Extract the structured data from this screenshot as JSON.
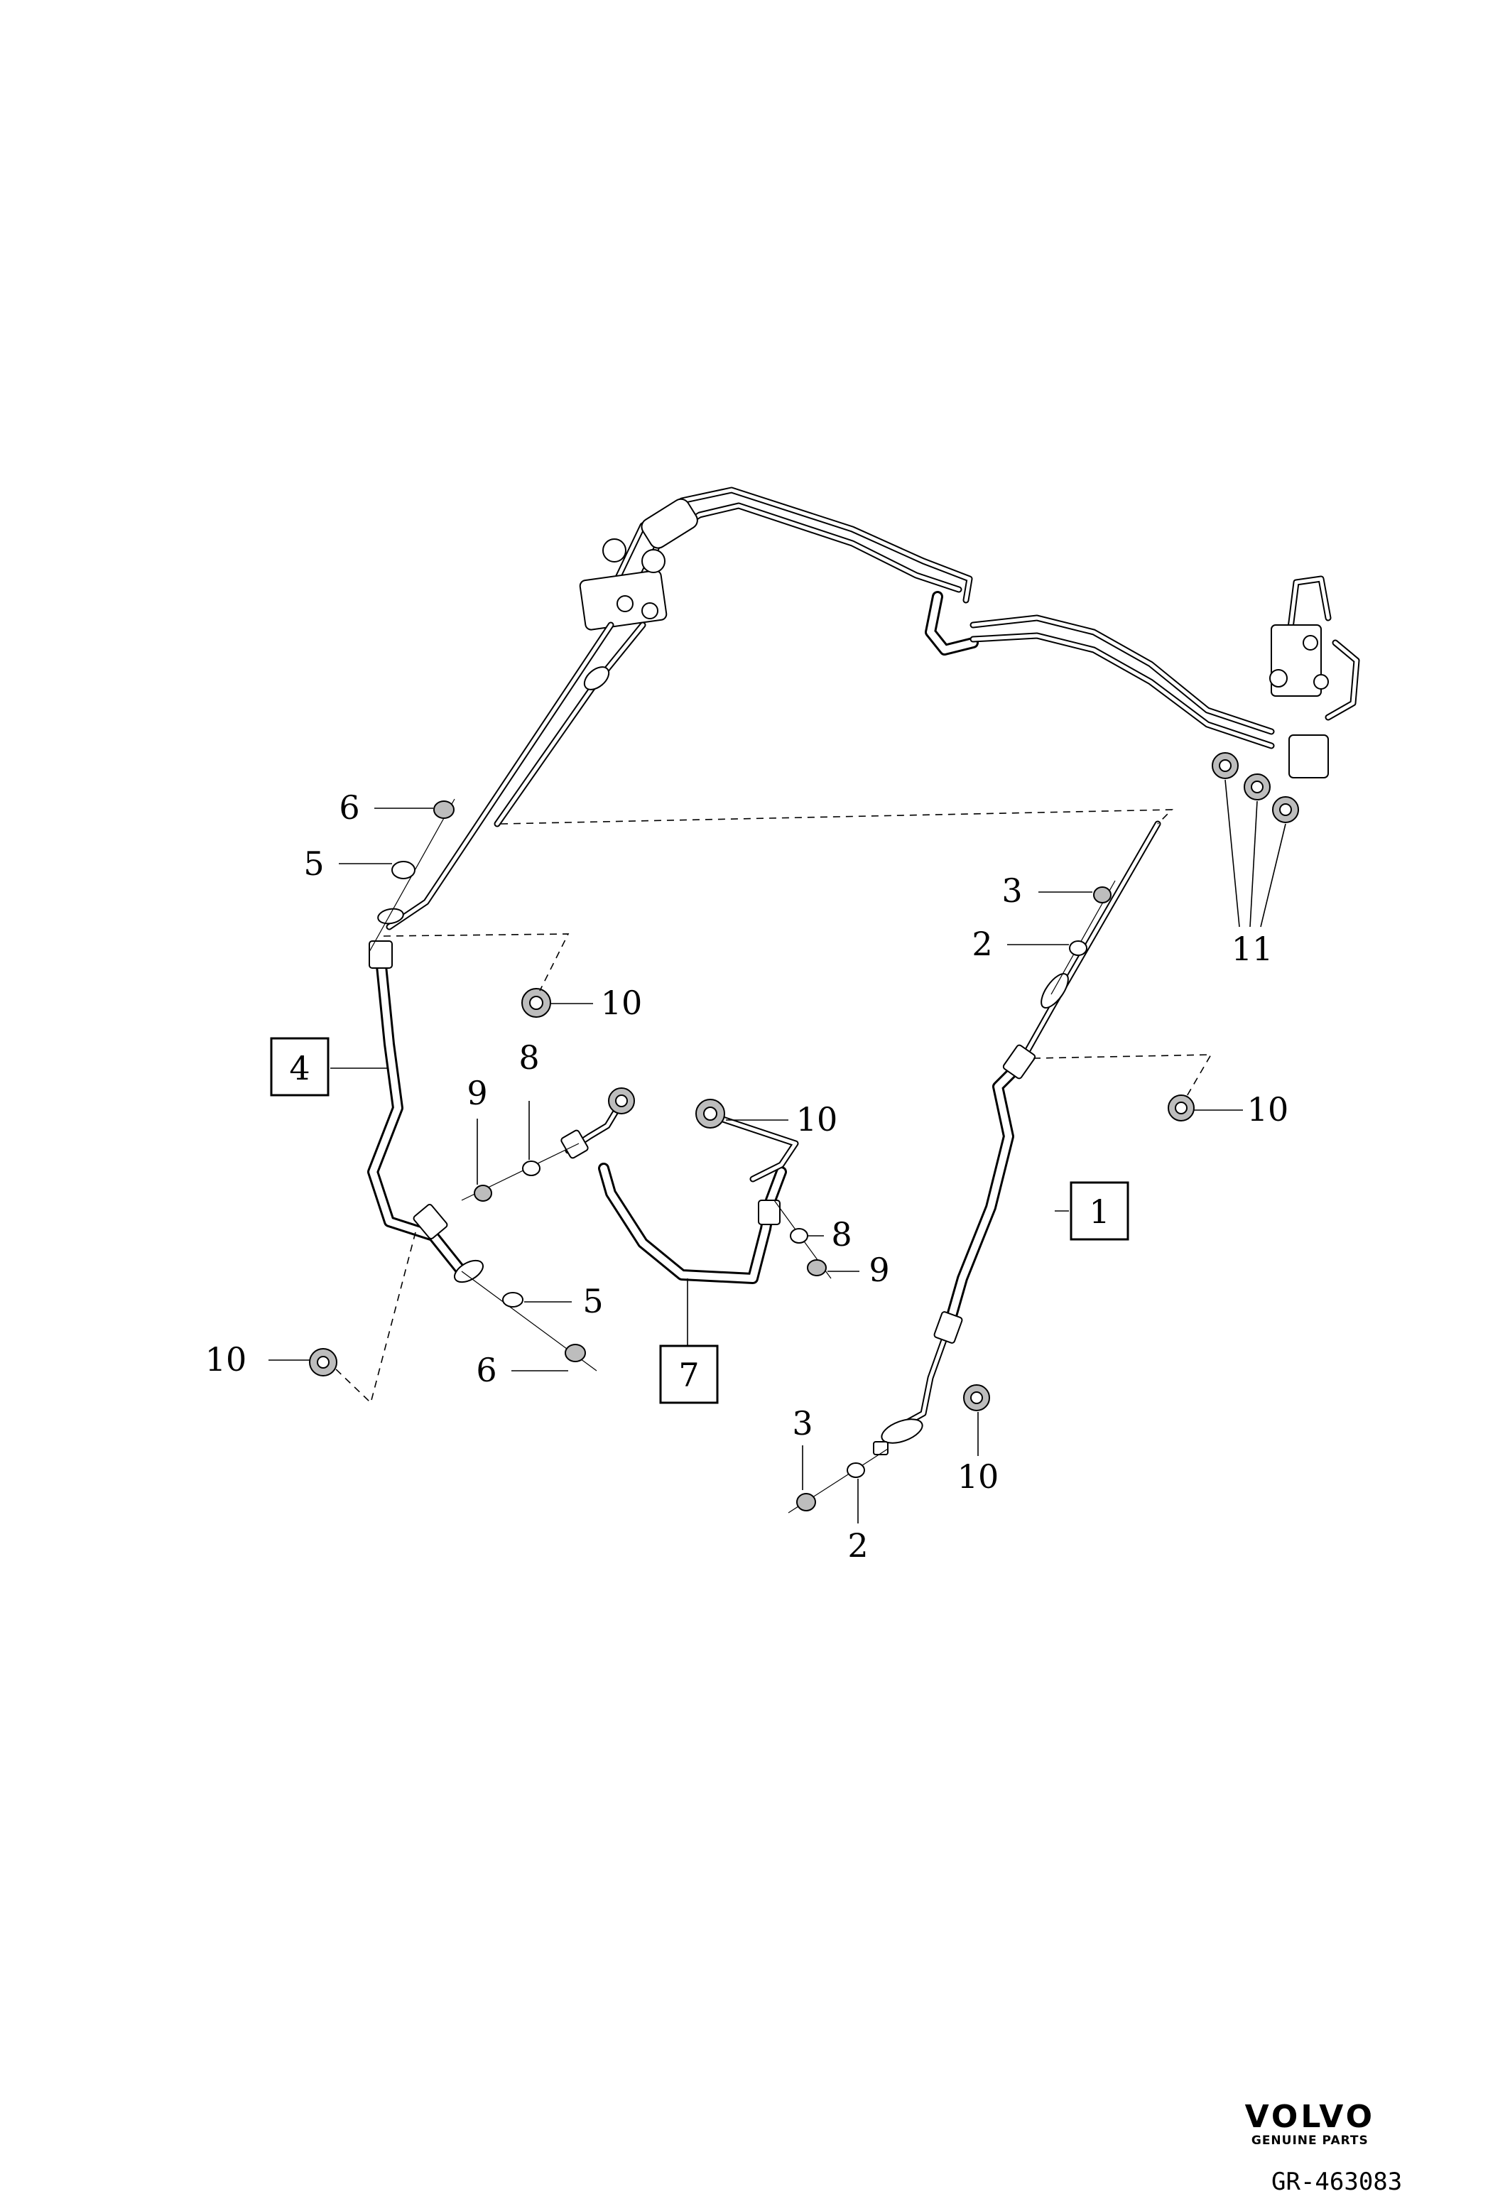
{
  "callouts": {
    "c1": "1",
    "c2a": "2",
    "c2b": "2",
    "c3a": "3",
    "c3b": "3",
    "c4": "4",
    "c5a": "5",
    "c5b": "5",
    "c6a": "6",
    "c6b": "6",
    "c7": "7",
    "c8a": "8",
    "c8b": "8",
    "c9a": "9",
    "c9b": "9",
    "c10a": "10",
    "c10b": "10",
    "c10c": "10",
    "c10d": "10",
    "c10e": "10",
    "c11": "11"
  },
  "brand": {
    "name": "VOLVO",
    "tagline": "GENUINE PARTS"
  },
  "reference_code": "GR-463083"
}
